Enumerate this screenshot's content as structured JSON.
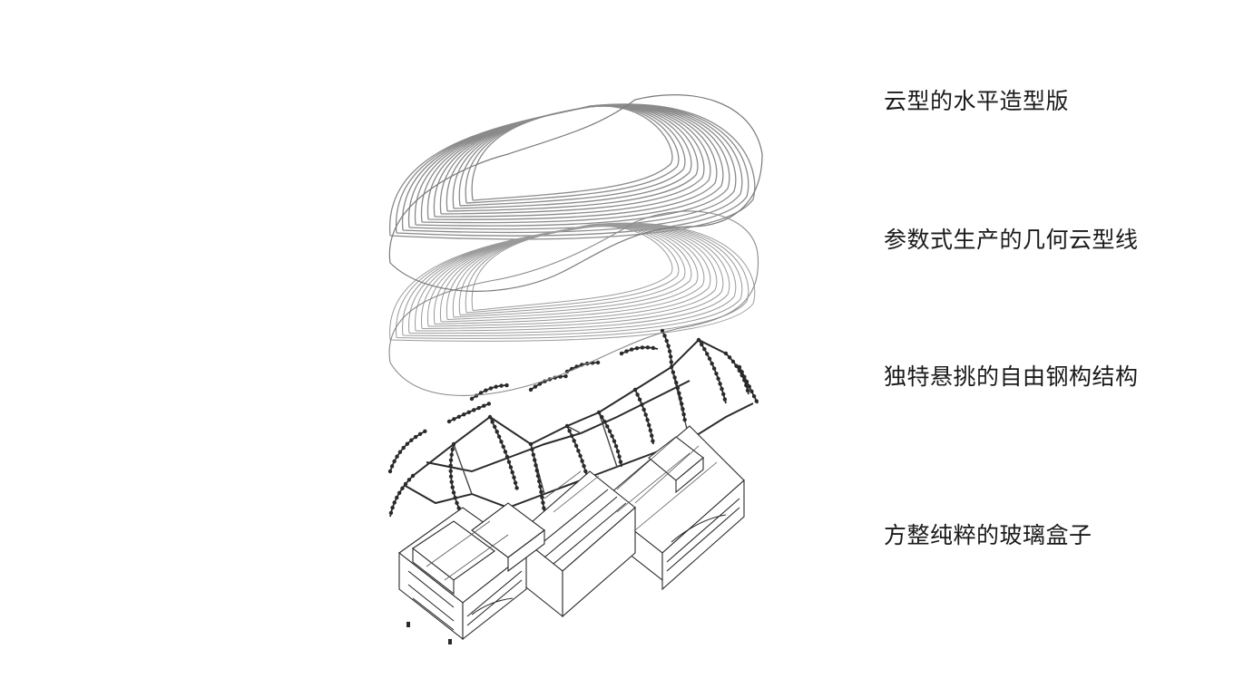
{
  "labels": [
    "云型的水平造型版",
    "参数式生产的几何云型线",
    "独特悬挑的自由钢构结构",
    "方整纯粹的玻璃盒子"
  ],
  "colors": {
    "line_dark": "#2a2a2a",
    "line_mid": "#555555",
    "line_light": "#8a8a8a"
  }
}
